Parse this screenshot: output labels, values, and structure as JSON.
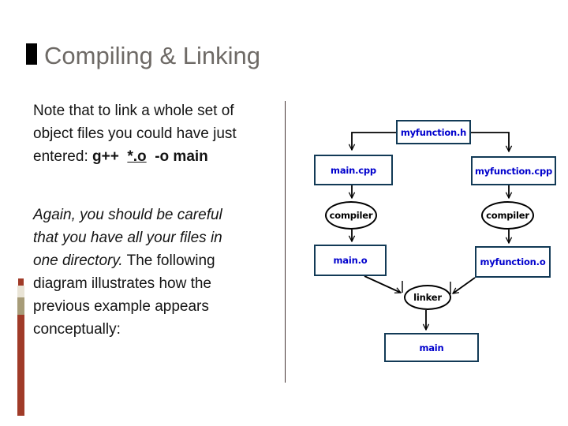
{
  "slide": {
    "title": "Compiling & Linking"
  },
  "body": {
    "paragraph1_lines": [
      [
        {
          "t": "Note that to link a whole set of",
          "s": "n"
        }
      ],
      [
        {
          "t": "object files you could have just",
          "s": "n"
        }
      ],
      [
        {
          "t": "entered: ",
          "s": "n"
        },
        {
          "t": "g++",
          "s": "b"
        },
        {
          "t": "  ",
          "s": "n"
        },
        {
          "t": "*.o",
          "s": "bu"
        },
        {
          "t": "  ",
          "s": "n"
        },
        {
          "t": "-o main",
          "s": "b"
        }
      ]
    ],
    "paragraph2_lines": [
      [
        {
          "t": "Again, you should be careful",
          "s": "i"
        }
      ],
      [
        {
          "t": "that you have all your files in",
          "s": "i"
        }
      ],
      [
        {
          "t": "one directory.",
          "s": "i"
        },
        {
          "t": " The following",
          "s": "n"
        }
      ],
      [
        {
          "t": "diagram illustrates how the",
          "s": "n"
        }
      ],
      [
        {
          "t": "previous example appears",
          "s": "n"
        }
      ],
      [
        {
          "t": "conceptually:",
          "s": "n"
        }
      ]
    ]
  },
  "diagram": {
    "nodes": {
      "myfunction_h": "myfunction.h",
      "main_cpp": "main.cpp",
      "myfunction_cpp": "myfunction.cpp",
      "compiler_left": "compiler",
      "compiler_right": "compiler",
      "main_o": "main.o",
      "myfunction_o": "myfunction.o",
      "linker": "linker",
      "main": "main"
    }
  },
  "colors": {
    "title": "#6e6a66",
    "body_text": "#141414",
    "box_border": "#123a56",
    "node_text": "#0000cd",
    "ellipse_border": "#000000",
    "arrow": "#000000",
    "divider": "#453535",
    "bar_red": "#a03b28",
    "bar_cream": "#e9e4d6",
    "bar_tan": "#a79c78",
    "title_bullet": "#000000"
  }
}
